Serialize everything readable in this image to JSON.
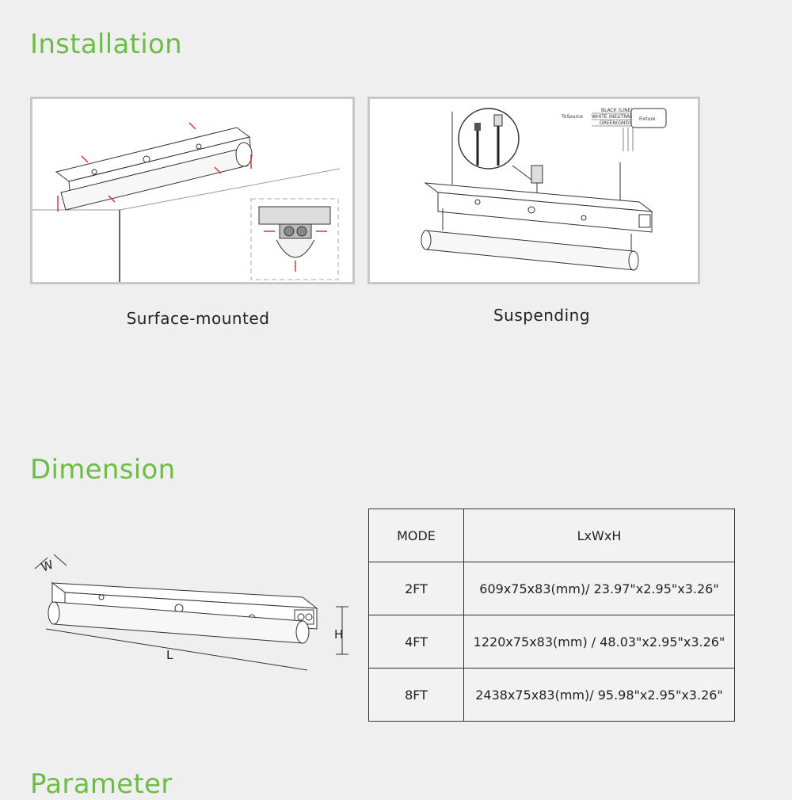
{
  "installation": {
    "title": "Installation",
    "surface_caption": "Surface-mounted",
    "suspending_caption": "Suspending",
    "wiring": {
      "to_source": "ToSource",
      "black": "BLACK (LINE)",
      "white": "WHITE (NEUTRAL)",
      "green": "GREEN(GND)",
      "fixture": "Fixture"
    }
  },
  "dimension": {
    "title": "Dimension",
    "labels": {
      "w": "W",
      "h": "H",
      "l": "L"
    },
    "table": {
      "headers": [
        "MODE",
        "LxWxH"
      ],
      "rows": [
        [
          "2FT",
          "609x75x83(mm)/ 23.97\"x2.95\"x3.26\""
        ],
        [
          "4FT",
          "1220x75x83(mm) / 48.03\"x2.95\"x3.26\""
        ],
        [
          "8FT",
          "2438x75x83(mm)/ 95.98\"x2.95\"x3.26\""
        ]
      ]
    }
  },
  "parameter": {
    "title": "Parameter"
  },
  "colors": {
    "accent": "#6cbd45",
    "panel_border": "#c8c8c8"
  }
}
